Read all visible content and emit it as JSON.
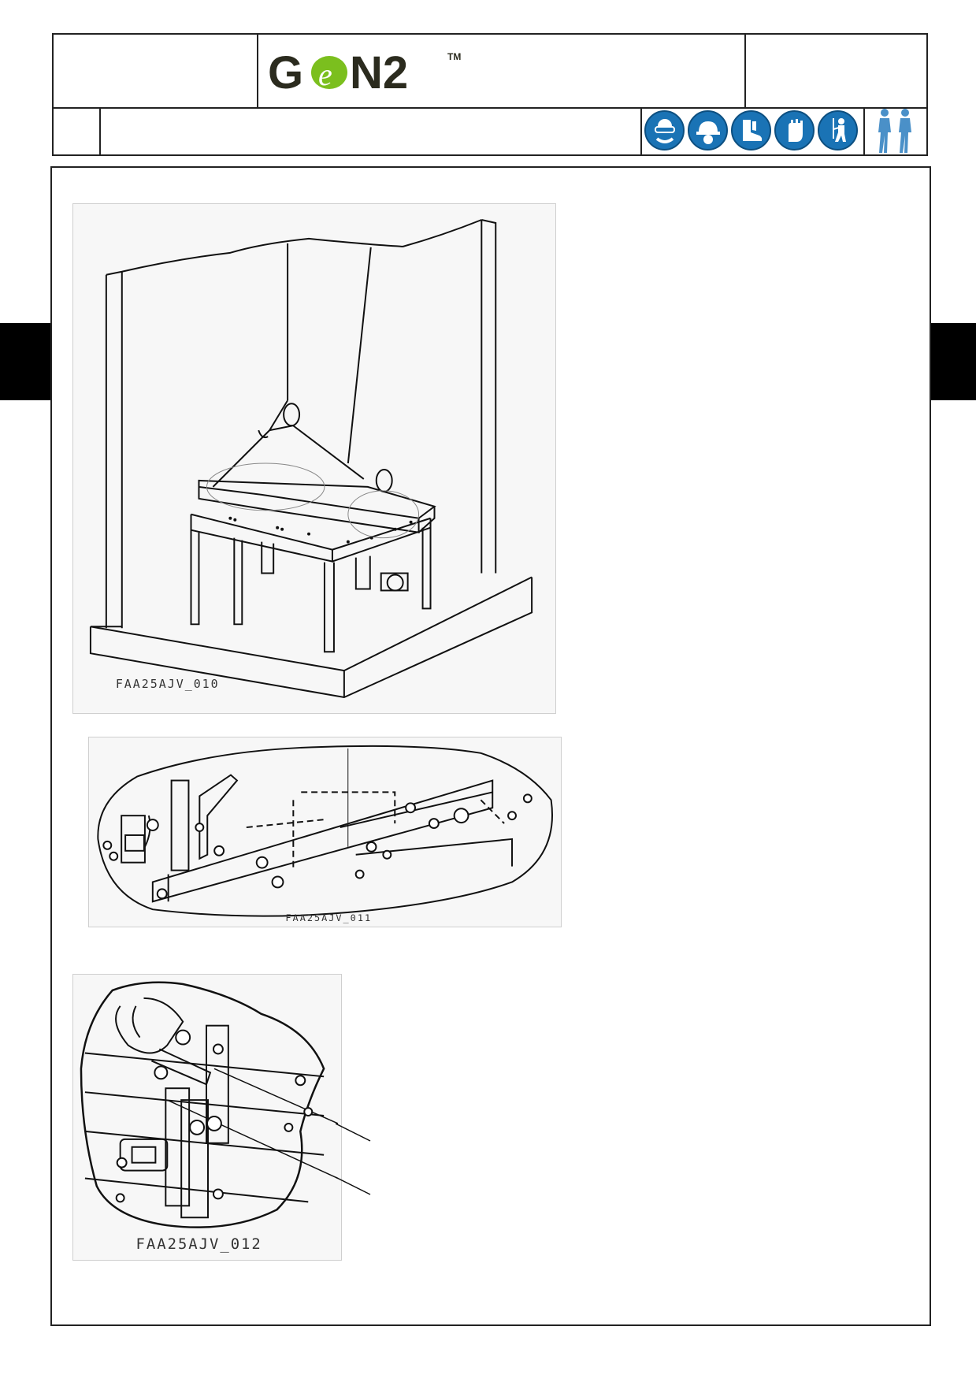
{
  "header": {
    "logo_text": "GeN2",
    "logo_mark": "TM",
    "logo_colors": {
      "text": "#2b2b1e",
      "accent": "#7bbf1e"
    },
    "ppe_icons": [
      "safety-glasses-icon",
      "hard-hat-icon",
      "safety-boots-icon",
      "gloves-icon",
      "harness-icon"
    ],
    "people_icon": "two-technicians-icon",
    "icon_color": "#1a73b5"
  },
  "figures": {
    "fig1": {
      "caption": "FAA25AJV_010"
    },
    "fig2": {
      "caption": "FAA25AJV_011"
    },
    "fig3": {
      "caption": "FAA25AJV_012"
    }
  }
}
